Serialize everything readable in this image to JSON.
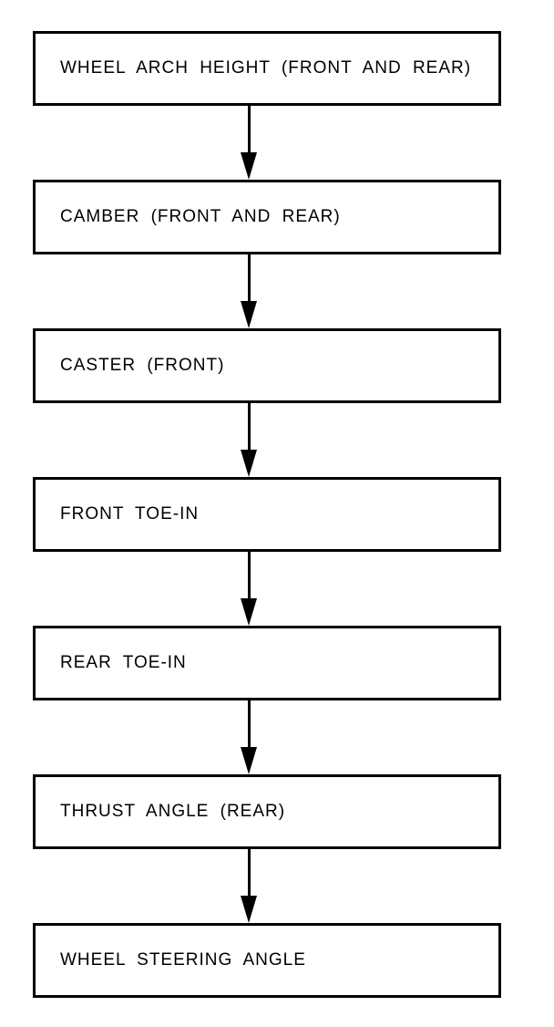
{
  "diagram": {
    "type": "flowchart",
    "direction": "top-to-bottom",
    "background_color": "#ffffff",
    "line_color": "#000000",
    "steps": [
      {
        "label": "WHEEL ARCH HEIGHT (FRONT AND REAR)"
      },
      {
        "label": "CAMBER (FRONT AND REAR)"
      },
      {
        "label": "CASTER (FRONT)"
      },
      {
        "label": "FRONT TOE-IN"
      },
      {
        "label": "REAR TOE-IN"
      },
      {
        "label": "THRUST ANGLE (REAR)"
      },
      {
        "label": "WHEEL STEERING ANGLE"
      }
    ],
    "connector": {
      "style": "solid-arrow-down"
    }
  }
}
